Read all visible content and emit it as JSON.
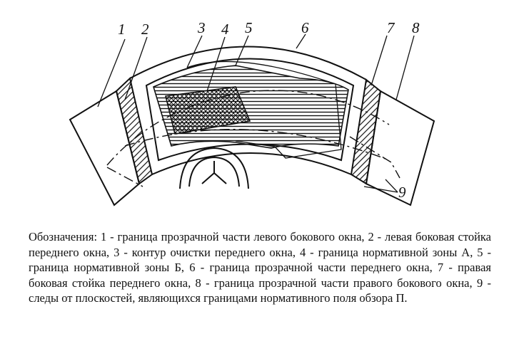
{
  "labels": {
    "l1": "1",
    "l2": "2",
    "l3": "3",
    "l4": "4",
    "l5": "5",
    "l6": "6",
    "l7": "7",
    "l8": "8",
    "l9": "9"
  },
  "caption": {
    "text": "Обозначения: 1 - граница прозрачной части левого бокового окна, 2 - левая боковая стойка переднего окна, 3 - контур очистки переднего окна, 4 - граница нормативной зоны А, 5 - граница нормативной зоны Б, 6 - граница прозрачной части переднего окна, 7 - правая боковая стойка переднего окна, 8 - граница прозрачной части правого бокового окна, 9 - следы от плоскостей, являющихся границами нормативного поля обзора П."
  }
}
